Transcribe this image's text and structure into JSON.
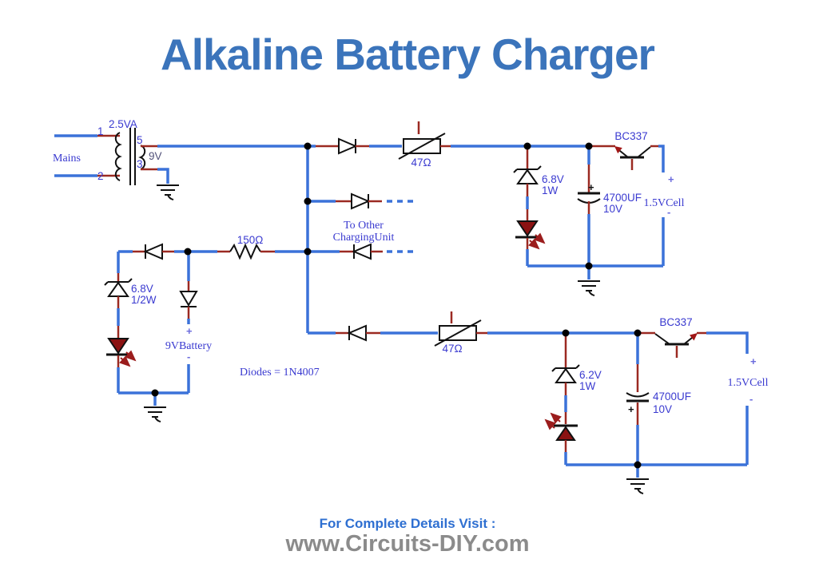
{
  "title": "Alkaline Battery Charger",
  "footer": {
    "line1": "For Complete Details Visit :",
    "line2": "www.Circuits-DIY.com"
  },
  "colors": {
    "wire_blue": "#3b72d9",
    "terminal_red": "#9b2a22",
    "label_blue": "#3a3ad0",
    "title_blue": "#3b74bb",
    "footer_blue": "#2e6fd1",
    "footer_gray": "#8b8b8b",
    "led_red": "#8b1212"
  },
  "schematic": {
    "transformer": {
      "rating": "2.5VA",
      "mains_label": "Mains",
      "pin1": "1",
      "pin2": "2",
      "pin5": "5",
      "pin3": "3",
      "secondary_voltage": "9V"
    },
    "resistor_150": "150Ω",
    "resistor_47_top": "47Ω",
    "resistor_47_bottom": "47Ω",
    "zener_top": {
      "voltage": "6.8V",
      "power": "1W"
    },
    "zener_left": {
      "voltage": "6.8V",
      "power": "1/2W"
    },
    "zener_bottom": {
      "voltage": "6.2V",
      "power": "1W"
    },
    "cap_top": {
      "plus": "+",
      "value": "4700UF",
      "voltage": "10V"
    },
    "cap_bottom": {
      "plus": "+",
      "value": "4700UF",
      "voltage": "10V"
    },
    "transistor_top": "BC337",
    "transistor_bottom": "BC337",
    "battery_9v": {
      "plus": "+",
      "label": "9VBattery",
      "minus": "-"
    },
    "cell_top": {
      "plus": "+",
      "label": "1.5VCell",
      "minus": "-"
    },
    "cell_bottom": {
      "plus": "+",
      "label": "1.5VCell",
      "minus": "-"
    },
    "note_to_other": {
      "line1": "To  Other",
      "line2": "ChargingUnit"
    },
    "note_diodes": "Diodes =  1N4007"
  }
}
